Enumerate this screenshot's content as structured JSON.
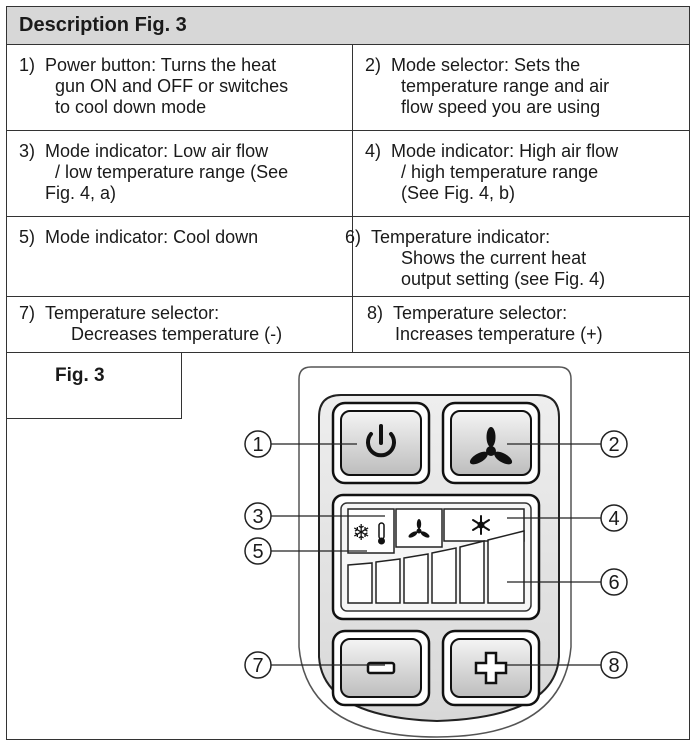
{
  "header": {
    "title": "Description Fig. 3"
  },
  "items": [
    {
      "num": "1)",
      "lines": [
        "Power button: Turns the heat",
        "gun ON and OFF or switches",
        "to cool down mode"
      ]
    },
    {
      "num": "2)",
      "lines": [
        "Mode selector: Sets the",
        "temperature range and air",
        "flow speed you are using"
      ]
    },
    {
      "num": "3)",
      "lines": [
        "Mode indicator: Low air flow",
        "/ low temperature range (See",
        "Fig. 4, a)"
      ]
    },
    {
      "num": "4)",
      "lines": [
        "Mode indicator: High air flow",
        "/ high temperature range",
        "(See Fig. 4, b)"
      ]
    },
    {
      "num": "5)",
      "lines": [
        "Mode indicator: Cool down"
      ]
    },
    {
      "num": "6)",
      "lines": [
        "Temperature indicator:",
        "Shows the current heat",
        "output setting (see Fig. 4)"
      ]
    },
    {
      "num": "7)",
      "lines": [
        "Temperature selector:",
        "Decreases temperature (-)"
      ]
    },
    {
      "num": "8)",
      "lines": [
        "Temperature selector:",
        "Increases temperature (+)"
      ]
    }
  ],
  "figure": {
    "label": "Fig. 3",
    "callouts": [
      "1",
      "2",
      "3",
      "4",
      "5",
      "6",
      "7",
      "8"
    ]
  }
}
